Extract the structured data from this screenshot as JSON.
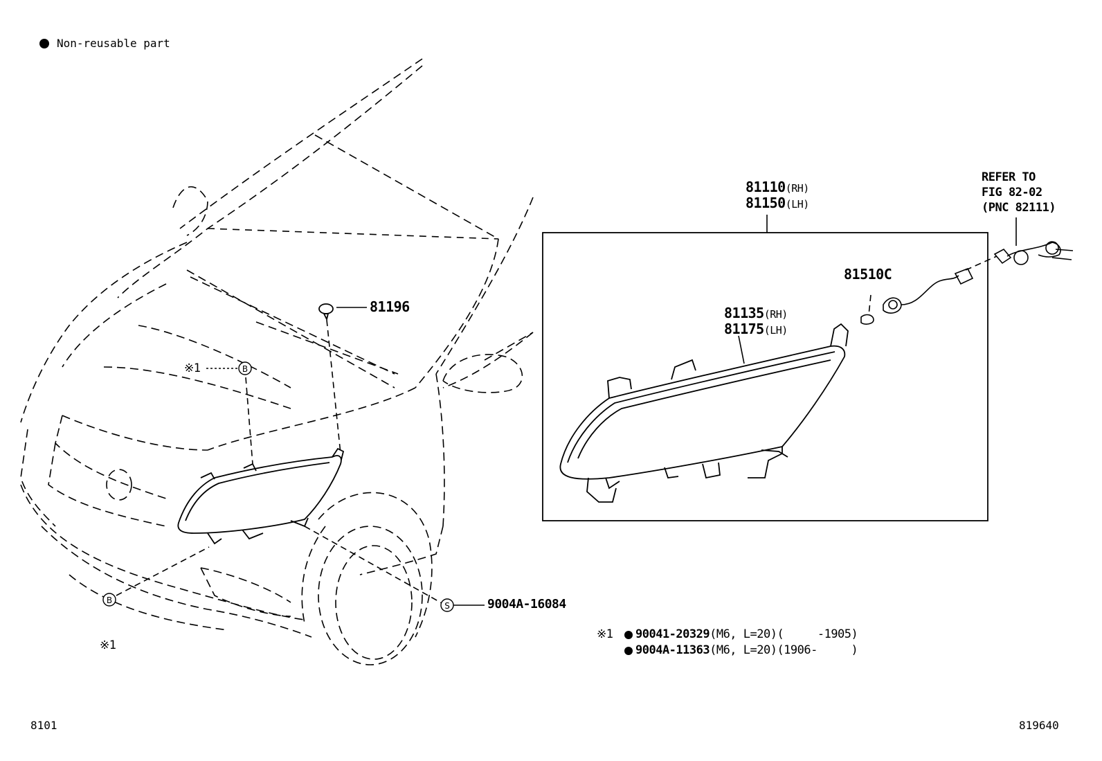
{
  "legend": {
    "symbol": "●",
    "text": "Non-reusable part"
  },
  "parts": {
    "clip": "81196",
    "assy_rh": "81110",
    "assy_lh": "81150",
    "rh_tag": "(RH)",
    "lh_tag": "(LH)",
    "unit_rh": "81135",
    "unit_lh": "81175",
    "bulb": "81510C",
    "screw": "9004A-16084"
  },
  "refer": {
    "line1": "REFER TO",
    "line2": "FIG 82-02",
    "line3": "(PNC 82111)"
  },
  "markers": {
    "b": "B",
    "s": "S",
    "ref": "※1"
  },
  "notes": {
    "ref": "※1",
    "bolt1_num": "90041-20329",
    "bolt1_spec": "(M6, L=20)(     -1905)",
    "bolt2_num": "9004A-11363",
    "bolt2_spec": "(M6, L=20)(1906-     )"
  },
  "footer": {
    "left": "8101",
    "right": "819640"
  },
  "colors": {
    "ink": "#000000",
    "paper": "#ffffff"
  }
}
